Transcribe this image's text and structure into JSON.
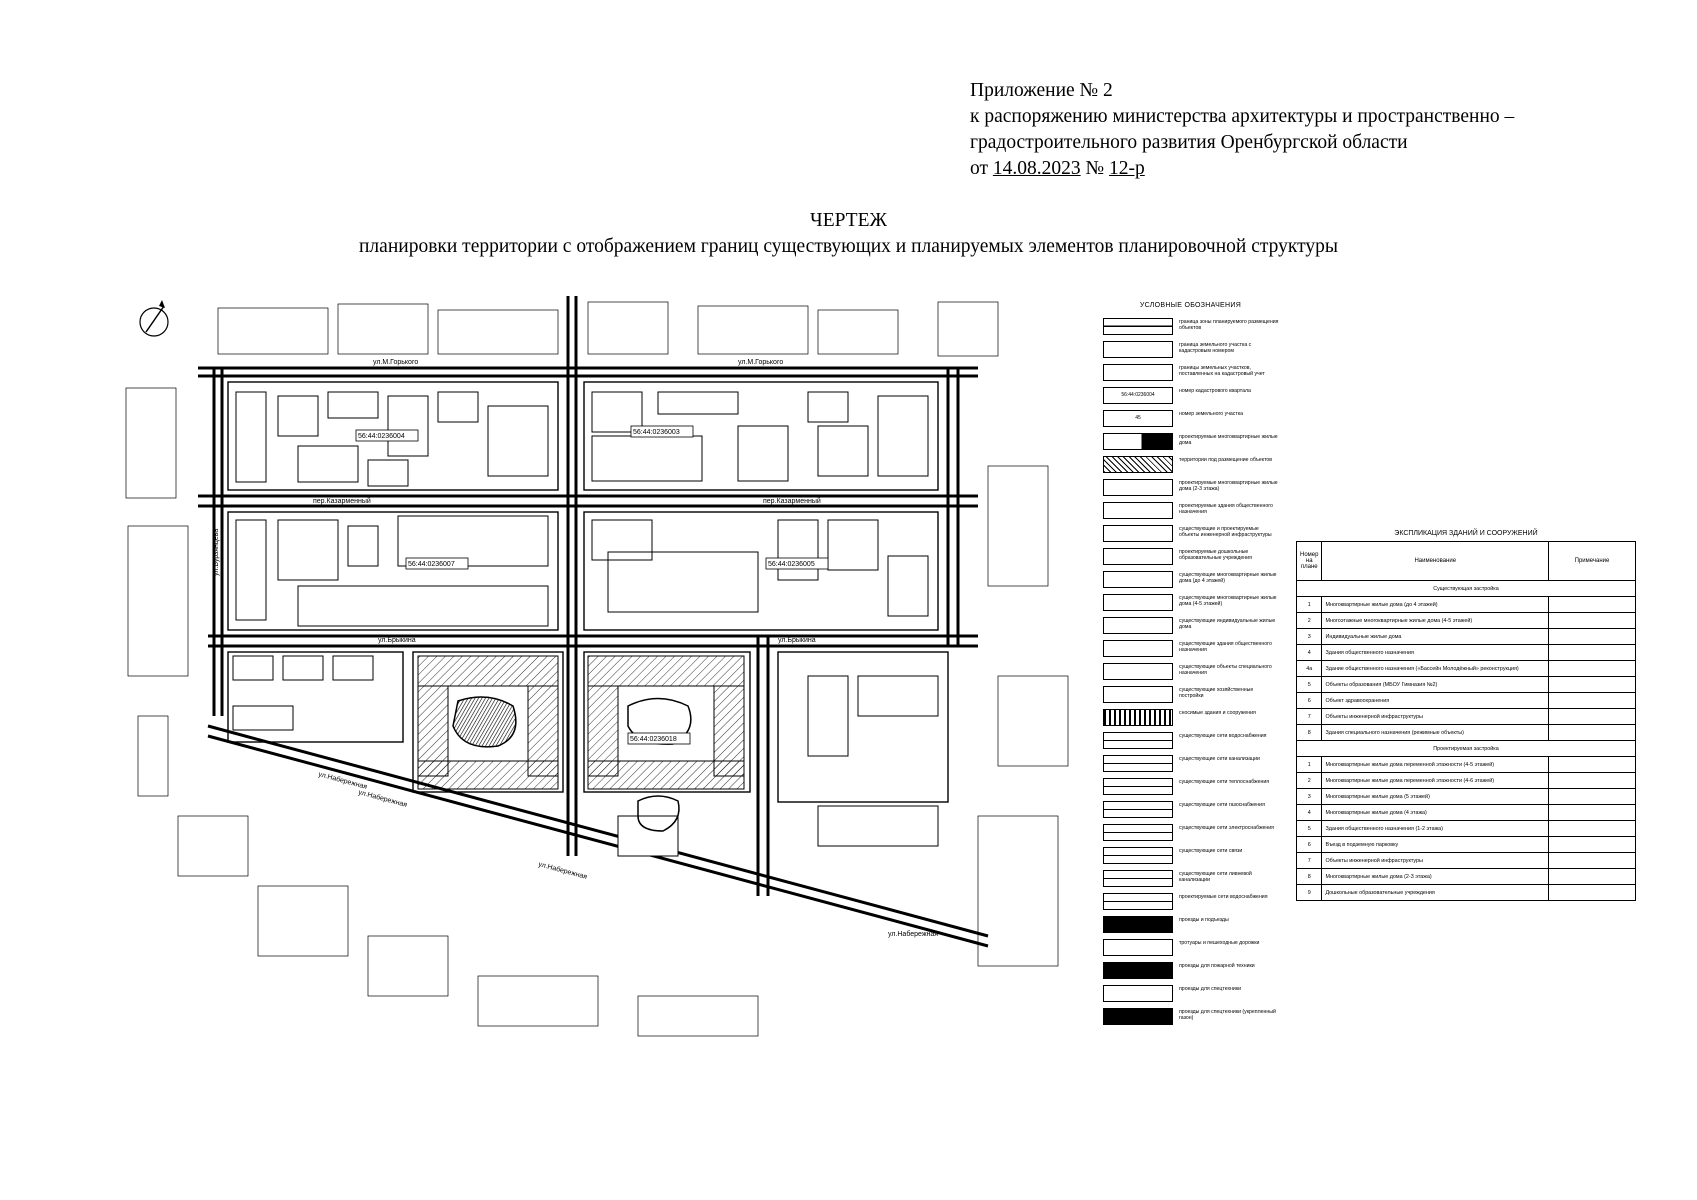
{
  "appendix": {
    "line1": "Приложение № 2",
    "line2": "к распоряжению министерства архитектуры и пространственно –",
    "line3": "градостроительного развития Оренбургской области",
    "date_prefix": "от ",
    "date": "14.08.2023",
    "num_prefix": " № ",
    "number": "12-р"
  },
  "title": "ЧЕРТЕЖ",
  "subtitle": "планировки территории с отображением границ существующих и планируемых элементов планировочной структуры",
  "map": {
    "street_labels": [
      "ул.М.Горького",
      "ул.М.Горького",
      "пер.Казарменный",
      "пер.Казарменный",
      "ул.Бурзянцева",
      "ул.Брыкина",
      "ул.Брыкина",
      "ул.Набережная",
      "ул.Набережная",
      "ул.Набережная",
      "ул.Набережная"
    ],
    "cadastral_labels": [
      "56:44:0236004",
      "56:44:0236003",
      "56:44:0236007",
      "56:44:0236005",
      "56:44:0236018"
    ]
  },
  "legend": {
    "header": "УСЛОВНЫЕ ОБОЗНАЧЕНИЯ",
    "items": [
      {
        "label": "граница зоны планируемого размещения объектов",
        "swatch": "dash"
      },
      {
        "label": "граница земельного участка с кадастровым номером",
        "swatch": "box"
      },
      {
        "label": "границы земельных участков, поставленных на кадастровый учет",
        "swatch": "box"
      },
      {
        "label": "номер кадастрового квартала",
        "swatch": "text",
        "text": "56:44:0236004"
      },
      {
        "label": "номер земельного участка",
        "swatch": "text",
        "text": "45"
      },
      {
        "label": "проектируемые многоквартирные жилые дома",
        "swatch": "dark"
      },
      {
        "label": "территории под размещение объектов",
        "swatch": "hatch"
      },
      {
        "label": "проектируемые многоквартирные жилые дома (2-3 этажа)",
        "swatch": "box"
      },
      {
        "label": "проектируемые здания общественного назначения",
        "swatch": "box"
      },
      {
        "label": "существующие и проектируемые объекты инженерной инфраструктуры",
        "swatch": "box"
      },
      {
        "label": "проектируемые дошкольные образовательные учреждения",
        "swatch": "box"
      },
      {
        "label": "существующие многоквартирные жилые дома (до 4 этажей)",
        "swatch": "box"
      },
      {
        "label": "существующие многоквартирные жилые дома (4-5 этажей)",
        "swatch": "box"
      },
      {
        "label": "существующие индивидуальные жилые дома",
        "swatch": "box"
      },
      {
        "label": "существующие здания общественного назначения",
        "swatch": "box"
      },
      {
        "label": "существующие объекты специального назначения",
        "swatch": "box"
      },
      {
        "label": "существующие хозяйственные постройки",
        "swatch": "box"
      },
      {
        "label": "сносимые здания и сооружения",
        "swatch": "dot"
      },
      {
        "label": "существующие сети водоснабжения",
        "swatch": "line"
      },
      {
        "label": "существующие сети канализации",
        "swatch": "line"
      },
      {
        "label": "существующие сети теплоснабжения",
        "swatch": "line"
      },
      {
        "label": "существующие сети газоснабжения",
        "swatch": "line"
      },
      {
        "label": "существующие сети электроснабжения",
        "swatch": "line"
      },
      {
        "label": "существующие сети связи",
        "swatch": "line"
      },
      {
        "label": "существующие сети ливневой канализации",
        "swatch": "line"
      },
      {
        "label": "проектируемые сети водоснабжения",
        "swatch": "line"
      },
      {
        "label": "проезды и подъезды",
        "swatch": "black"
      },
      {
        "label": "тротуары и пешеходные дорожки",
        "swatch": "box"
      },
      {
        "label": "проезды для пожарной техники",
        "swatch": "black"
      },
      {
        "label": "проезды для спецтехники",
        "swatch": "box"
      },
      {
        "label": "проезды для спецтехники (укрепленный газон)",
        "swatch": "black"
      }
    ]
  },
  "explication": {
    "caption": "ЭКСПЛИКАЦИЯ ЗДАНИЙ И СООРУЖЕНИЙ",
    "headers": {
      "num": "Номер на плане",
      "name": "Наименование",
      "note": "Примечание"
    },
    "sections": [
      {
        "title": "Существующая застройка",
        "rows": [
          {
            "n": "1",
            "name": "Многоквартирные жилые дома (до 4 этажей)"
          },
          {
            "n": "2",
            "name": "Многоэтажные многоквартирные жилые дома (4-5 этажей)"
          },
          {
            "n": "3",
            "name": "Индивидуальные жилые дома"
          },
          {
            "n": "4",
            "name": "Здания общественного назначения"
          },
          {
            "n": "4а",
            "name": "Здание общественного назначения («Бассейн Молодёжный» реконструкция)"
          },
          {
            "n": "5",
            "name": "Объекты образования (МБОУ Гимназия №2)"
          },
          {
            "n": "6",
            "name": "Объект здравоохранения"
          },
          {
            "n": "7",
            "name": "Объекты инженерной инфраструктуры"
          },
          {
            "n": "8",
            "name": "Здания специального назначения (режимные объекты)"
          }
        ]
      },
      {
        "title": "Проектируемая застройка",
        "rows": [
          {
            "n": "1",
            "name": "Многоквартирные жилые дома переменной этажности (4-5 этажей)"
          },
          {
            "n": "2",
            "name": "Многоквартирные жилые дома переменной этажности (4-6 этажей)"
          },
          {
            "n": "3",
            "name": "Многоквартирные жилые дома (5 этажей)"
          },
          {
            "n": "4",
            "name": "Многоквартирные жилые дома (4 этажа)"
          },
          {
            "n": "5",
            "name": "Здания общественного назначения (1-2 этажа)"
          },
          {
            "n": "6",
            "name": "Въезд в подземную парковку"
          },
          {
            "n": "7",
            "name": "Объекты инженерной инфраструктуры"
          },
          {
            "n": "8",
            "name": "Многоквартирные жилые дома (2-3 этажа)"
          },
          {
            "n": "9",
            "name": "Дошкольные образовательные учреждения"
          }
        ]
      }
    ]
  }
}
